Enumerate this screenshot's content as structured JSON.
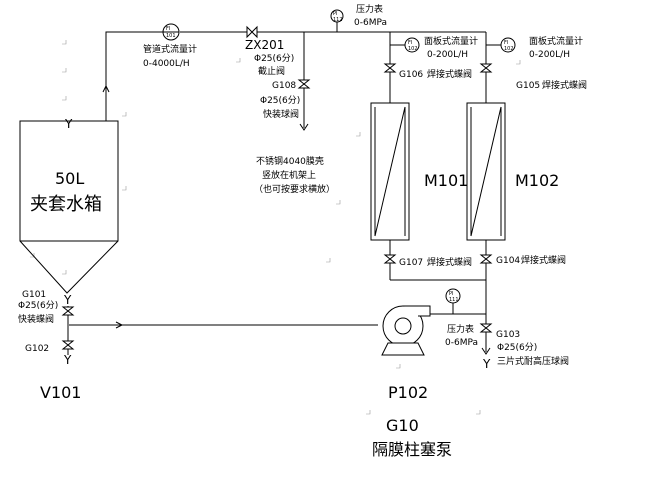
{
  "tank": {
    "line1": "50L",
    "line2": "夹套水箱",
    "tag": "V101"
  },
  "pump": {
    "tag": "P102",
    "code": "G10",
    "name": "隔膜柱塞泵"
  },
  "membranes": [
    {
      "label": "M101"
    },
    {
      "label": "M102"
    }
  ],
  "membrane_note": [
    "不锈钢4040膜壳",
    "竖放在机架上",
    "（也可按要求横放）"
  ],
  "instruments": {
    "fi101": {
      "tag": "FI\n101",
      "name": "管道式流量计",
      "range": "0-4000L/H"
    },
    "pi112": {
      "tag": "PI\n112",
      "name": "压力表",
      "range": "0-6MPa"
    },
    "fi102": {
      "tag": "FI\n102",
      "name": "面板式流量计",
      "range": "0-200L/H"
    },
    "fi102b": {
      "tag": "FI\n102",
      "name": "面板式流量计",
      "range": "0-200L/H"
    },
    "pi111": {
      "tag": "PI\n111",
      "name": "压力表",
      "range": "0-6MPa"
    }
  },
  "valves": {
    "zx201": {
      "tag": "ZX201",
      "size": "Φ25(6分)",
      "type": "截止阀"
    },
    "g108": {
      "tag": "G108",
      "size": "Φ25(6分)",
      "type": "快装球阀"
    },
    "g106": {
      "tag": "G106",
      "type": "焊接式蝶阀"
    },
    "g105": {
      "tag": "G105",
      "type": "焊接式蝶阀"
    },
    "g107": {
      "tag": "G107",
      "type": "焊接式蝶阀"
    },
    "g104": {
      "tag": "G104",
      "type": "焊接式蝶阀"
    },
    "g101": {
      "tag": "G101",
      "size": "Φ25(6分)",
      "type": "快装蝶阀"
    },
    "g102": {
      "tag": "G102"
    },
    "g103": {
      "tag": "G103",
      "size": "Φ25(6分)",
      "type": "三片式耐高压球阀"
    }
  },
  "flow_labels": {
    "y1": "Y",
    "y2": "Y",
    "y3": "Y",
    "y4": "Y"
  }
}
